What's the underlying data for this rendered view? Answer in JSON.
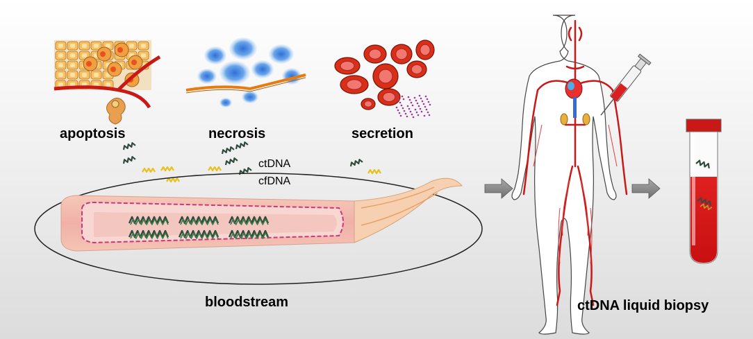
{
  "labels": {
    "apoptosis": "apoptosis",
    "necrosis": "necrosis",
    "secretion": "secretion",
    "ctdna": "ctDNA",
    "cfdna": "cfDNA",
    "bloodstream": "bloodstream",
    "liquid_biopsy": "ctDNA liquid biopsy"
  },
  "colors": {
    "dna_dark": "#2f4a3a",
    "dna_yellow": "#e8c020",
    "dna_green": "#3a7a4a",
    "blood_red": "#d8201a",
    "vessel_orange": "#e8801a",
    "necrosis_blue": "#4a8ee0"
  }
}
